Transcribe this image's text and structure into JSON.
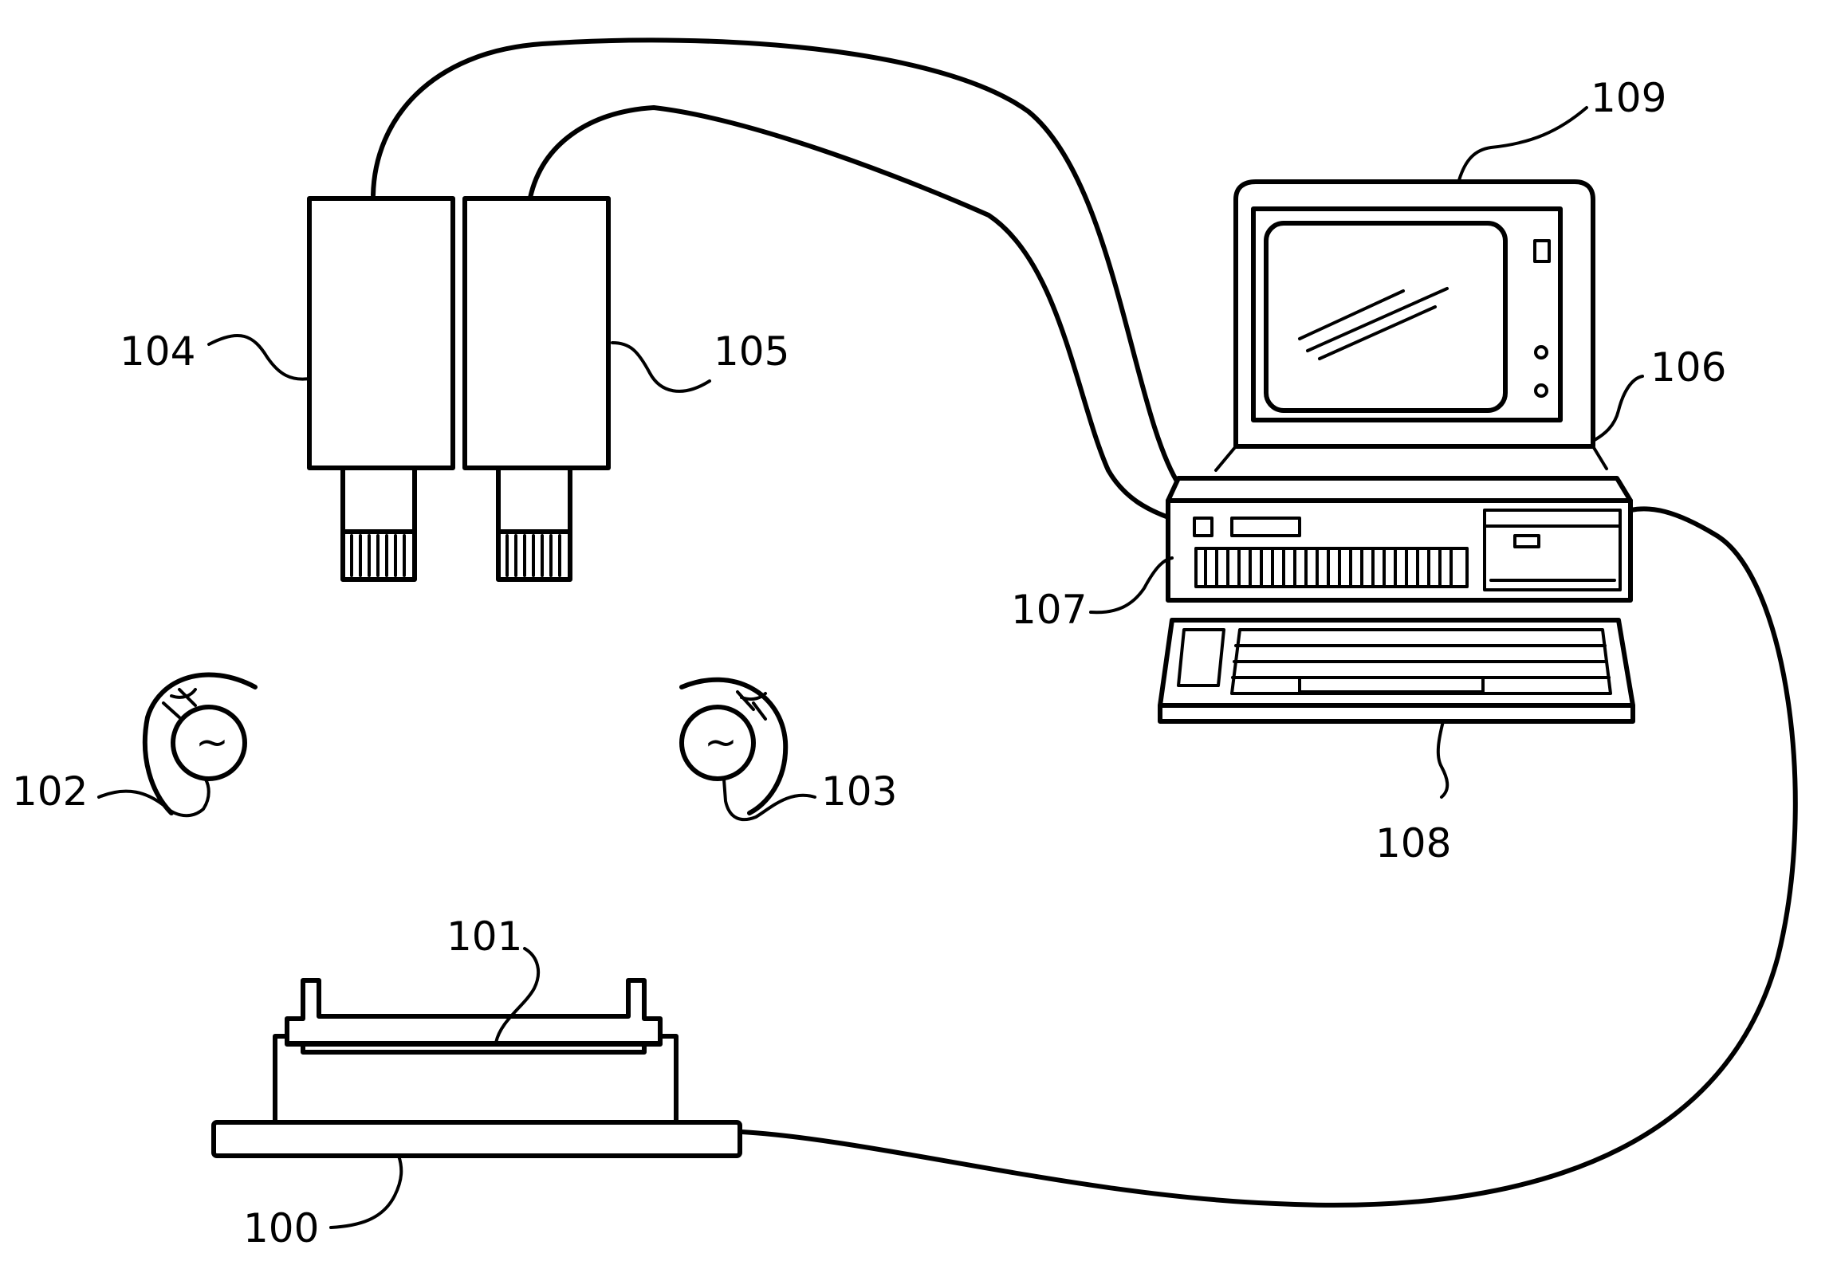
{
  "labels": {
    "l100": "100",
    "l101": "101",
    "l102": "102",
    "l103": "103",
    "l104": "104",
    "l105": "105",
    "l106": "106",
    "l107": "107",
    "l108": "108",
    "l109": "109"
  },
  "colors": {
    "ink": "#000000",
    "paper": "#ffffff"
  }
}
